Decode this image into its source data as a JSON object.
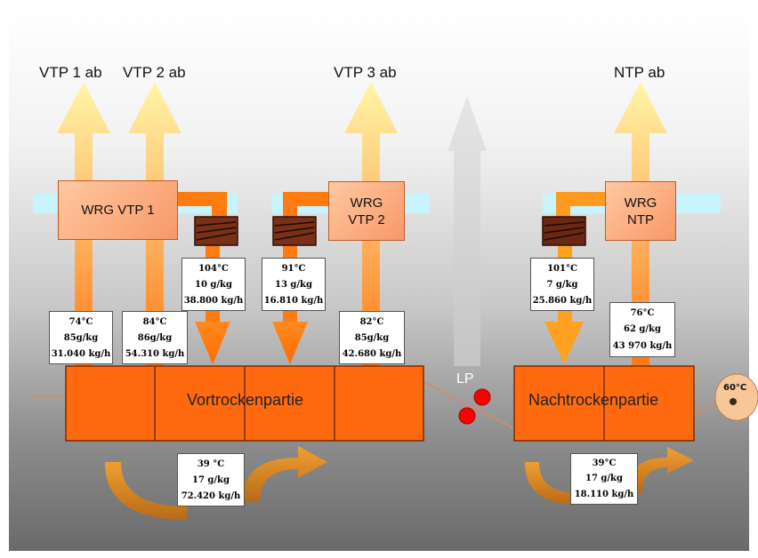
{
  "exhaust_labels": [
    "VTP 1 ab",
    "VTP 2 ab",
    "VTP 3 ab",
    "NTP ab"
  ],
  "wrg_units": [
    {
      "line1": "WRG VTP 1",
      "line2": ""
    },
    {
      "line1": "WRG",
      "line2": "VTP 2"
    },
    {
      "line1": "WRG",
      "line2": "NTP"
    }
  ],
  "supply_boxes": [
    {
      "temp": "104°C",
      "humidity": "10 g/kg",
      "flow": "38.800 kg/h"
    },
    {
      "temp": "91°C",
      "humidity": "13 g/kg",
      "flow": "16.810 kg/h"
    },
    {
      "temp": "101°C",
      "humidity": "7 g/kg",
      "flow": "25.860 kg/h"
    }
  ],
  "exhaust_boxes": [
    {
      "temp": "74°C",
      "humidity": "85g/kg",
      "flow": "31.040 kg/h"
    },
    {
      "temp": "84°C",
      "humidity": "86g/kg",
      "flow": "54.310 kg/h"
    },
    {
      "temp": "82°C",
      "humidity": "85g/kg",
      "flow": "42.680 kg/h"
    },
    {
      "temp": "76°C",
      "humidity": "62 g/kg",
      "flow": "43 970 kg/h"
    }
  ],
  "circulation_boxes": [
    {
      "temp": "39 °C",
      "humidity": "17 g/kg",
      "flow": "72.420 kg/h"
    },
    {
      "temp": "39°C",
      "humidity": "17 g/kg",
      "flow": "18.110 kg/h"
    }
  ],
  "sections": {
    "predryer": "Vortrockenpartie",
    "afterdryer": "Nachtrockenpartie"
  },
  "press": {
    "label": "LP"
  },
  "reel": {
    "temp": "60°C"
  },
  "colors": {
    "section": "#ff6a10",
    "section_edge": "#7a2a00",
    "exhaust_arrow": "#fff3a0",
    "supply_arrow": "#ff7a10",
    "heater": "#7a3016",
    "intake": "#c8f4ff",
    "press_roll": "#ff0000"
  }
}
